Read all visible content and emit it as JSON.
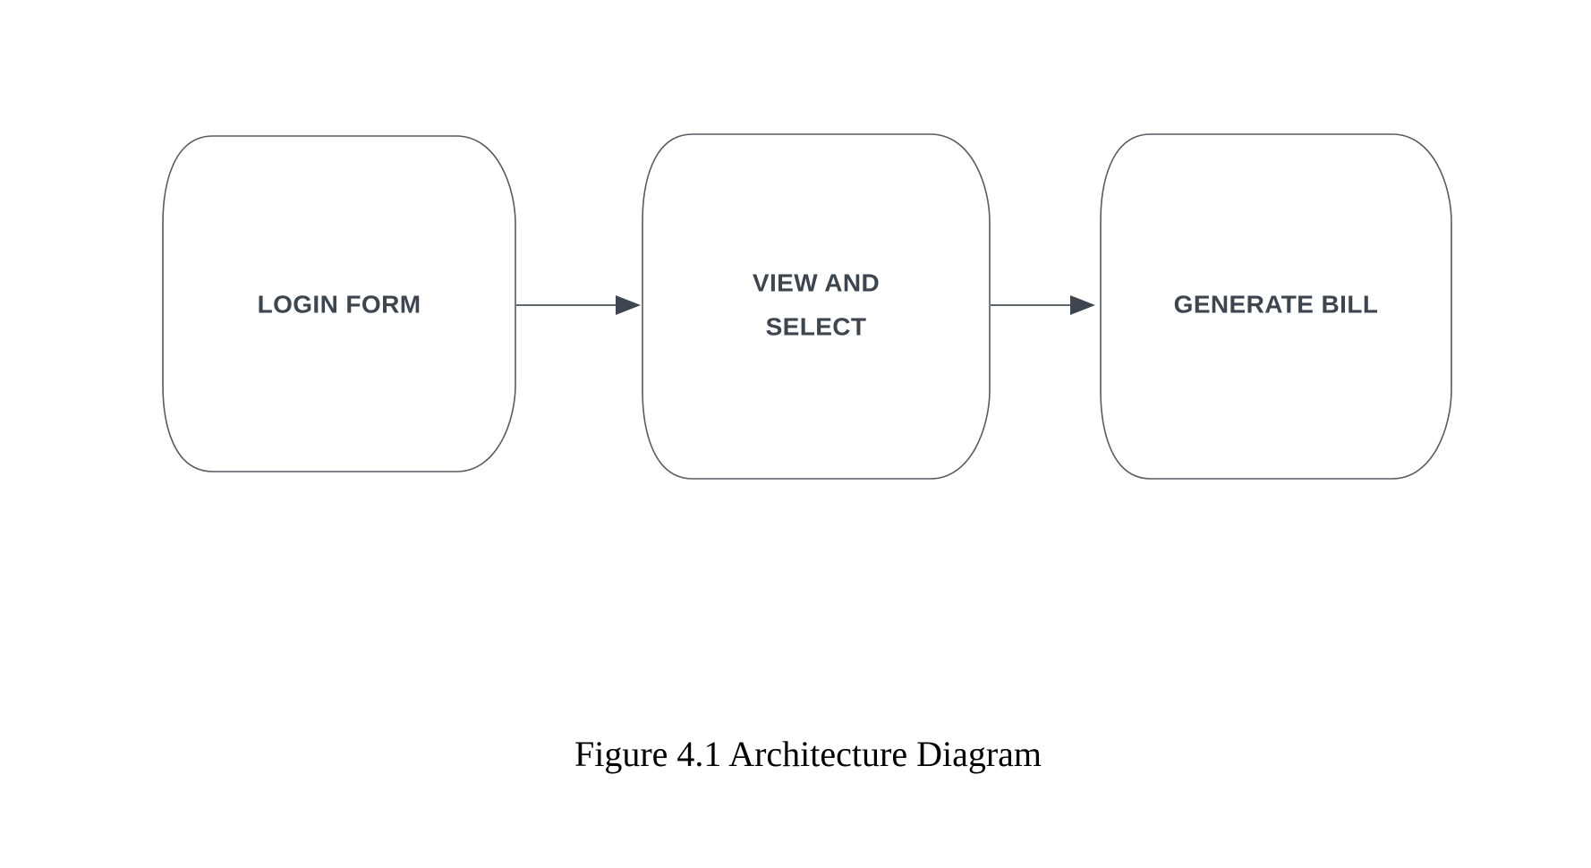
{
  "background_color": "#ffffff",
  "diagram": {
    "title": "Architecture Diagram",
    "stroke_color": "#565c63",
    "node_fill_color": "#ffffff",
    "label_color": "#3d454f",
    "edge_color": "#3d454f",
    "nodes": [
      {
        "id": "login-form",
        "label_line1": "LOGIN FORM",
        "label_line2": "",
        "shape": "barrel"
      },
      {
        "id": "view-and-select",
        "label_line1": "VIEW AND",
        "label_line2": "SELECT",
        "shape": "barrel"
      },
      {
        "id": "generate-bill",
        "label_line1": "GENERATE BILL",
        "label_line2": "",
        "shape": "barrel"
      }
    ],
    "edges": [
      {
        "id": "edge-1",
        "from": "login-form",
        "to": "view-and-select",
        "arrowhead": "solid-triangle"
      },
      {
        "id": "edge-2",
        "from": "view-and-select",
        "to": "generate-bill",
        "arrowhead": "solid-triangle"
      }
    ]
  },
  "caption": {
    "text": "Figure 4.1 Architecture Diagram"
  }
}
